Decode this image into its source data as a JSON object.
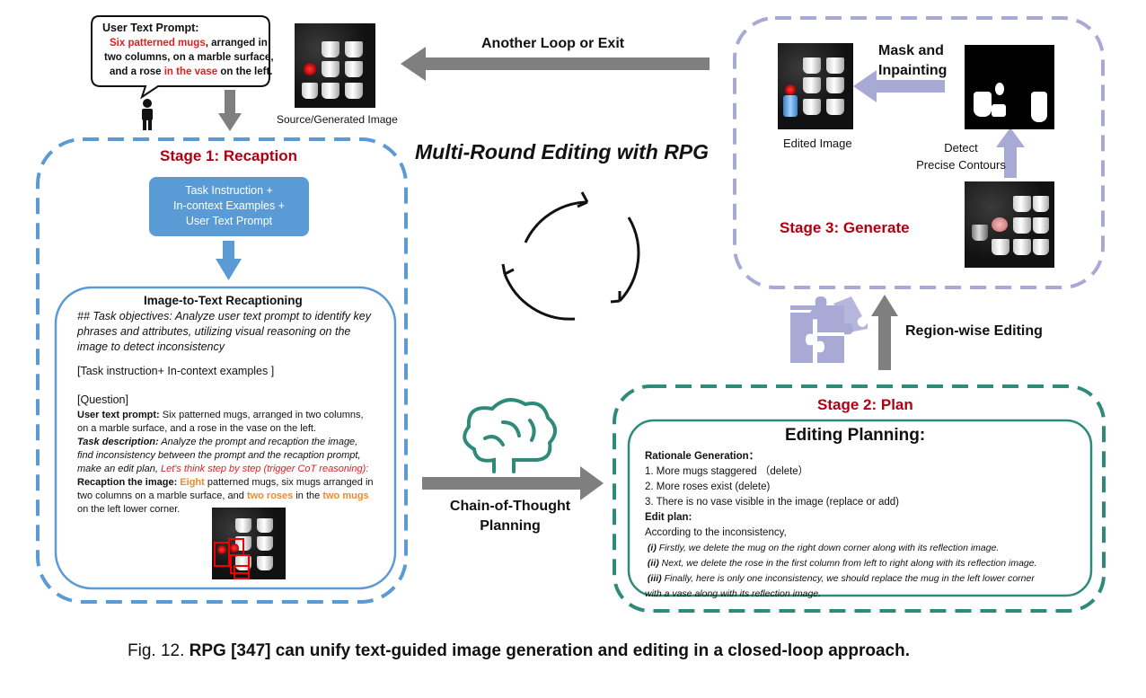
{
  "prompt_bubble": {
    "heading": "User Text Prompt",
    "heading_colon": ":",
    "line1_red": "Six patterned mugs",
    "line1_rest": ", arranged in",
    "line2": "two columns, on a marble surface,",
    "line3_a": "and a rose ",
    "line3_red": "in the vase",
    "line3_b": " on the left."
  },
  "source_image_caption": "Source/Generated Image",
  "loop_label": "Another Loop or Exit",
  "center_title": "Multi-Round Editing with RPG",
  "stage1": {
    "title": "Stage 1: Recaption",
    "instruction_lines": [
      "Task Instruction +",
      "In-context Examples +",
      "User Text Prompt"
    ],
    "panel_title": "Image-to-Text Recaptioning",
    "objective_lines": [
      "## Task objectives: Analyze user text prompt to identify key",
      "phrases and attributes,  utilizing visual reasoning on the",
      "image to detect inconsistency"
    ],
    "bracket_line": "[Task instruction+ In-context examples ]",
    "question_label": "[Question]",
    "user_prompt_label": "User text prompt:",
    "user_prompt_text1": " Six patterned mugs, arranged in two columns,",
    "user_prompt_text2": "on a marble surface, and a rose in the vase on the left.",
    "task_desc_label": "Task description:",
    "task_desc_text1": " Analyze the prompt and  recaption the image,",
    "task_desc_text2": "find inconsistency between the prompt and the recaption prompt,",
    "task_desc_text3": "make an edit plan, ",
    "task_desc_red": "Let's think step by step (trigger CoT reasoning):",
    "recap_label": "Recaption the image:",
    "recap_eight": "Eight",
    "recap_text1": " patterned mugs, six mugs arranged in",
    "recap_text2a": "two columns on a marble surface, and ",
    "recap_two_roses": "two roses",
    "recap_text2b": " in the ",
    "recap_two_mugs": "two mugs",
    "recap_text3": "on the left lower corner."
  },
  "cot_label_lines": [
    "Chain-of-Thought",
    "Planning"
  ],
  "stage2": {
    "title": "Stage 2:  Plan",
    "panel_title": "Editing Planning:",
    "rationale_label": "Rationale Generation：",
    "rationale_items": [
      "1. More mugs staggered  （delete）",
      "2. More roses exist (delete)",
      "3. There is no vase visible in the image (replace or add)"
    ],
    "edit_plan_label": "Edit plan:",
    "edit_plan_intro": "According to the inconsistency,",
    "steps": [
      {
        "num": "(i)",
        "text": " Firstly, we delete the mug on the right down corner along with its reflection image."
      },
      {
        "num": "(ii)",
        "text": " Next, we delete the rose in the first column from left to right along with its reflection image."
      },
      {
        "num": "(iii)",
        "text": " Finally, here is only one inconsistency, we should replace the mug in the left lower corner"
      }
    ],
    "step3_cont": "with a vase along with its reflection image."
  },
  "region_label": "Region-wise Editing",
  "stage3": {
    "title": "Stage 3: Generate",
    "mask_label_lines": [
      "Mask and",
      "Inpainting"
    ],
    "edited_caption": "Edited Image",
    "detect_lines": [
      "Detect",
      "Precise Contours"
    ]
  },
  "caption": {
    "prefix": "Fig. 12.",
    "text": "RPG [347] can unify text-guided image generation and editing in a closed-loop approach."
  },
  "colors": {
    "stage1_border": "#5b9bd5",
    "stage2_border": "#2e8b7a",
    "stage3_border": "#a9a9d6",
    "arrow_gray": "#7f7f7f",
    "arrow_blue": "#5b9bd5",
    "arrow_lavender": "#a9a9d6",
    "stage_title_red": "#b00012",
    "instruction_box": "#5b9bd5",
    "brain_teal": "#2e8b7a"
  }
}
